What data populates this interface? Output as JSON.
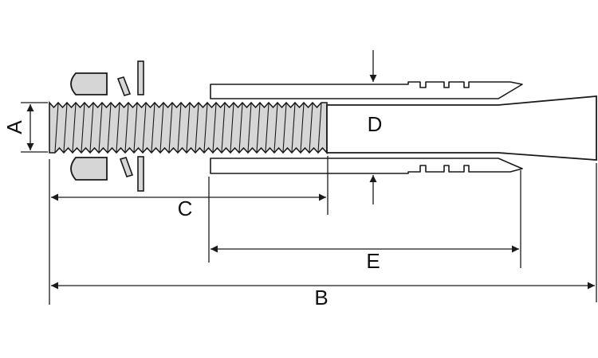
{
  "diagram": {
    "title": "",
    "labels": {
      "a": "A",
      "b": "B",
      "c": "C",
      "d": "D",
      "e": "E"
    },
    "colors": {
      "stroke": "#1a1a1a",
      "fill": "#d6d6d6",
      "background": "#ffffff"
    }
  }
}
